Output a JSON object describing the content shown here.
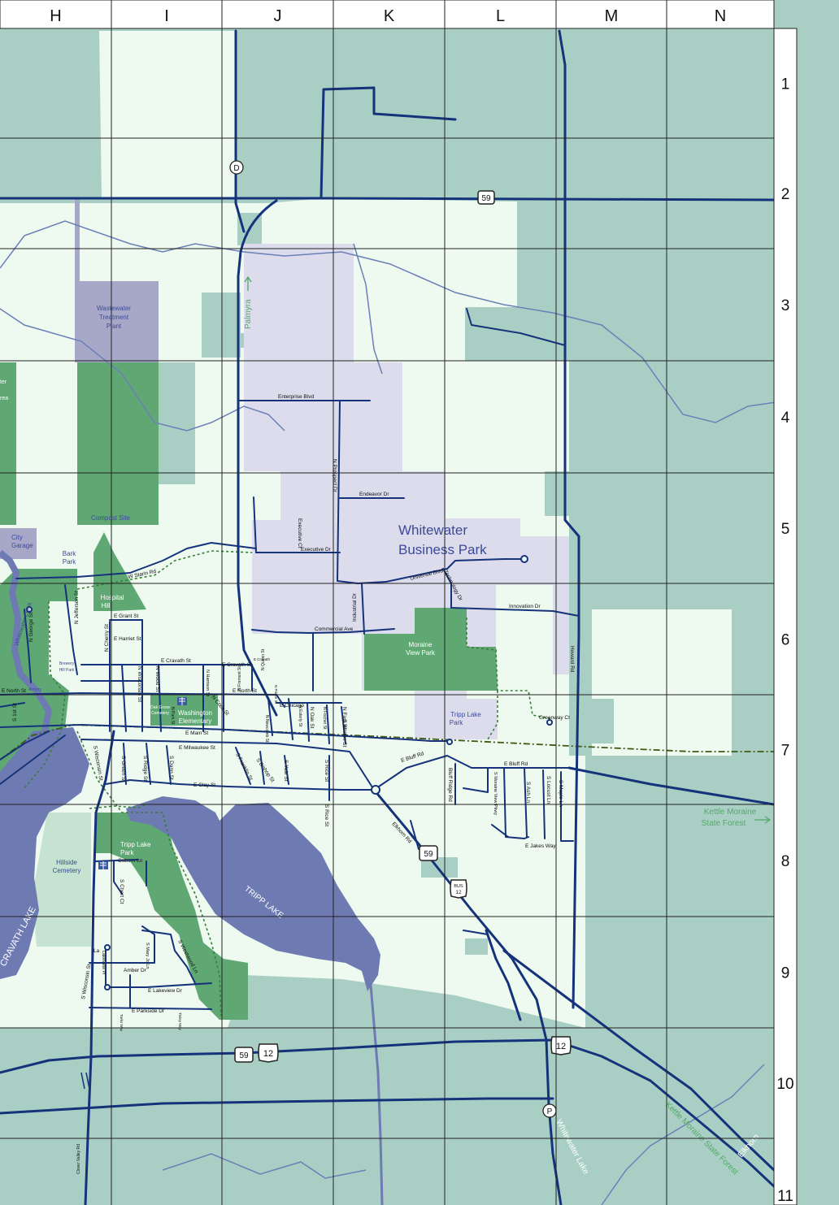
{
  "grid": {
    "columns": [
      "H",
      "I",
      "J",
      "K",
      "L",
      "M",
      "N"
    ],
    "rows": [
      "1",
      "2",
      "3",
      "4",
      "5",
      "6",
      "7",
      "8",
      "9",
      "10",
      "11"
    ]
  },
  "colors": {
    "rural": "#a9cfc4",
    "urban": "#eef9f0",
    "park": "#5fa874",
    "business": "#dcdcec",
    "water": "#6e7bb3",
    "road": "#15337a",
    "stream": "#6b7fb8",
    "trail": "#3a7d3a",
    "rail": "#3f5a14",
    "label_green": "#55a86a",
    "facility": "#a7a8c8"
  },
  "places": {
    "business_park_line1": "Whitewater",
    "business_park_line2": "Business Park",
    "wastewater_line1": "Wastewater",
    "wastewater_line2": "Treatment",
    "wastewater_line3": "Plant",
    "compost_site": "Compost Site",
    "city_garage_line1": "City",
    "city_garage_line2": "Garage",
    "bark_park_line1": "Bark",
    "bark_park_line2": "Park",
    "hospital_hill_line1": "Hospital",
    "hospital_hill_line2": "Hill",
    "moraine_view_line1": "Moraine",
    "moraine_view_line2": "View Park",
    "tripp_lake_park_small_line1": "Tripp Lake",
    "tripp_lake_park_small_line2": "Park",
    "tripp_lake_park_line1": "Tripp Lake",
    "tripp_lake_park_line2": "Park",
    "hillside_line1": "Hillside",
    "hillside_line2": "Cemetery",
    "washington_line1": "Washington",
    "washington_line2": "Elementary",
    "oak_grove_line1": "Oak Grove",
    "oak_grove_line2": "Cemetery",
    "brewery_line1": "Brewery",
    "brewery_line2": "Hill Park",
    "armory": "Armory",
    "tripp_lake": "TRIPP LAKE",
    "cravath_lake": "CRAVATH LAKE",
    "whitewater_creek": "Whitewater Creek",
    "palmyra": "Palmyra",
    "kettle_moraine_line1": "Kettle Moraine",
    "kettle_moraine_line2": "State Forest",
    "kettle_moraine_diag": "Kettle Moraine State Forest",
    "whitewater_lake": "Whitewater Lake",
    "elkhorn": "Elkhorn",
    "edge_text_1": "ter",
    "edge_text_2": "rea"
  },
  "streets": {
    "enterprise": "Enterprise Blvd",
    "endeavor": "Endeavor Dr",
    "n_prospect": "N Prospect Dr",
    "executive_ct": "Executive Ct",
    "executive_dr": "Executive Dr",
    "universal": "Universal Blvd",
    "technology": "Technology Dr",
    "innovation": "Innovation Dr",
    "industrial": "Industrial Dr",
    "commercial": "Commercial Ave",
    "howard": "Howard Rd",
    "greenway": "Greenway Ct",
    "w_starin": "W Starin Rd",
    "e_grant": "E Grant St",
    "e_harriet": "E Harriet St",
    "e_cravath": "E Cravath St",
    "e_cravath2": "E Cravath St",
    "e_cravath_small": "E Cravath",
    "n_jefferson": "N Jefferson St",
    "n_george": "N George St",
    "n_cherry": "N Cherry St",
    "n_wisconsin": "N Wisconsin St",
    "n_wood": "N Wood St",
    "n_harrison": "N Harrison St",
    "n_park": "N Park St",
    "n_cook": "N Cook St",
    "e_north": "E North St",
    "e_north2": "E North St",
    "n_fremont": "N Fremont St",
    "n_newcomb": "N Newcomb St",
    "n_prince": "N Prince St",
    "n_queen": "N Queen St",
    "e_chicago": "E Chicago",
    "n_esterly": "N Esterly St",
    "n_oak": "N Oak St",
    "n_fischer": "N Fischer St",
    "n_fast": "N Fast St",
    "e_main": "E Main St",
    "e_milwaukee": "E Milwaukee St",
    "s_wisconsin_upper": "S Wisconsin St",
    "s_green": "S Green St",
    "s_ridge": "S Ridge St",
    "s_dann": "S Dann St",
    "s_franklin": "S Franklin St",
    "s_bishop": "S Bishop St",
    "s_yale": "S Yale St",
    "s_rice": "S Rice St",
    "s_rice2": "S Rice St",
    "s_whiton": "S Whiton St",
    "e_clay": "E Clay St",
    "e_bluff_rd": "E Bluff Rd",
    "e_bluff_rd2": "E Bluff Rd",
    "bluff_ridge": "Bluff Ridge Rd",
    "s_moraine_view": "S Moraine View Pkwy",
    "s_ash": "S Ash Ln",
    "s_locust": "S Locust Ln",
    "s_maple": "S Maple Ln",
    "e_jakes": "E Jakes Way",
    "elkhorn_rd": "Elkhorn Rd",
    "coburn": "Coburn Ln",
    "s_chert": "S Chert Ct",
    "lakeview_pl": "Lakeview Pl",
    "s_mary_jo": "S Mary Jo Ln",
    "s_westwood": "S Westwood Ln",
    "amber": "Amber Dr",
    "e_lakeview": "E Lakeview Dr",
    "s_wisconsin_lower": "S Wisconsin St",
    "e_parkside": "E Parkside Dr",
    "turks_way": "Turks Way",
    "tinley_way": "Tinley Way",
    "clover_valley": "Clover Valley Rd",
    "la": "La",
    "s_1st": "S 1st St"
  },
  "shields": {
    "state_59_top": "59",
    "state_59_mid": "59",
    "state_59_bottom": "59",
    "us_12_bottom": "12",
    "us_12_right": "12",
    "bus_line1": "BUS",
    "bus_line2": "12",
    "county_d": "D",
    "county_p": "P"
  }
}
